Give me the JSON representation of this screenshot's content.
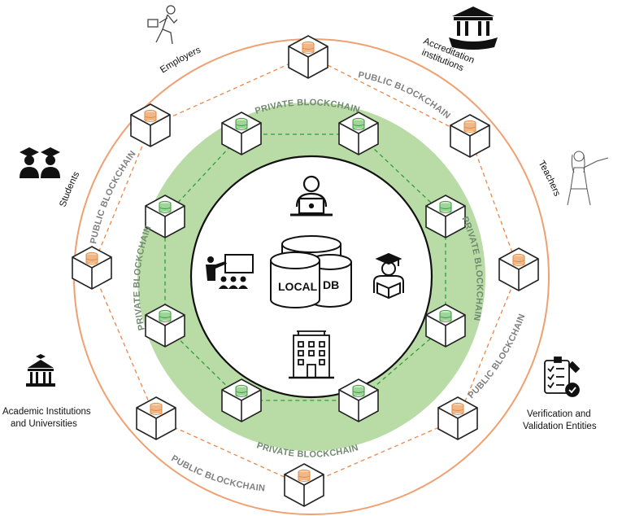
{
  "labels": {
    "public_blockchain": "PUBLIC BLOCKCHAIN",
    "private_blockchain": "PRIVATE BLOCKCHAIN",
    "local": "LOCAL",
    "db": "DB"
  },
  "actors": {
    "employers": "Employers",
    "accreditation_line1": "Accreditation",
    "accreditation_line2": "institutions",
    "teachers": "Teachers",
    "students": "Students",
    "academic_line1": "Academic Institutions",
    "academic_line2": "and Universities",
    "verification_line1": "Verification and",
    "verification_line2": "Validation Entities"
  },
  "colors": {
    "outer_ring": "#f0a070",
    "public_dash": "#e8874a",
    "green_band": "#b5d8a2",
    "private_dash": "#2e9e3e",
    "cube_stroke": "#222222",
    "cube_db": "#e39a5a",
    "cube_db_green": "#5bb55b"
  },
  "icons": {
    "employer": "walking-businessman-icon",
    "accreditation": "government-building-icon",
    "teacher": "teacher-at-board-icon",
    "students": "graduates-icon",
    "academic": "university-building-icon",
    "verification": "checklist-stamp-icon",
    "user": "person-at-laptop-icon",
    "classroom": "presentation-class-icon",
    "reader": "graduate-reading-icon",
    "office": "office-building-icon",
    "database": "database-cylinders-icon",
    "node": "blockchain-cube-icon"
  }
}
